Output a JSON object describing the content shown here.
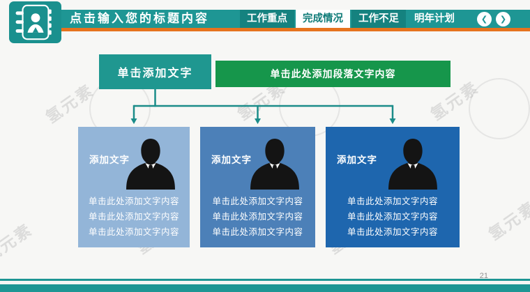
{
  "header": {
    "title": "点击输入您的标题内容",
    "tabs": [
      {
        "label": "工作重点",
        "active": false
      },
      {
        "label": "完成情况",
        "active": true
      },
      {
        "label": "工作不足",
        "active": false
      },
      {
        "label": "明年计划",
        "active": false
      }
    ],
    "nav": {
      "prev": "❮",
      "next": "❯"
    }
  },
  "flow": {
    "root_label": "单击添加文字",
    "root_note": "单击此处添加段落文字内容",
    "cards": [
      {
        "title": "添加文字",
        "color": "#93b5d8",
        "lines": [
          "单击此处添加文字内容",
          "单击此处添加文字内容",
          "单击此处添加文字内容"
        ]
      },
      {
        "title": "添加文字",
        "color": "#4c80b8",
        "lines": [
          "单击此处添加文字内容",
          "单击此处添加文字内容",
          "单击此处添加文字内容"
        ]
      },
      {
        "title": "添加文字",
        "color": "#1e66ae",
        "lines": [
          "单击此处添加文字内容",
          "单击此处添加文字内容",
          "单击此处添加文字内容"
        ]
      }
    ]
  },
  "footer": {
    "page_number": "21"
  },
  "watermark": {
    "text": "氢元素"
  },
  "colors": {
    "teal": "#1e9694",
    "teal_dark": "#15827f",
    "orange": "#e6731e",
    "green": "#16964b",
    "connector": "#1b8c89"
  }
}
